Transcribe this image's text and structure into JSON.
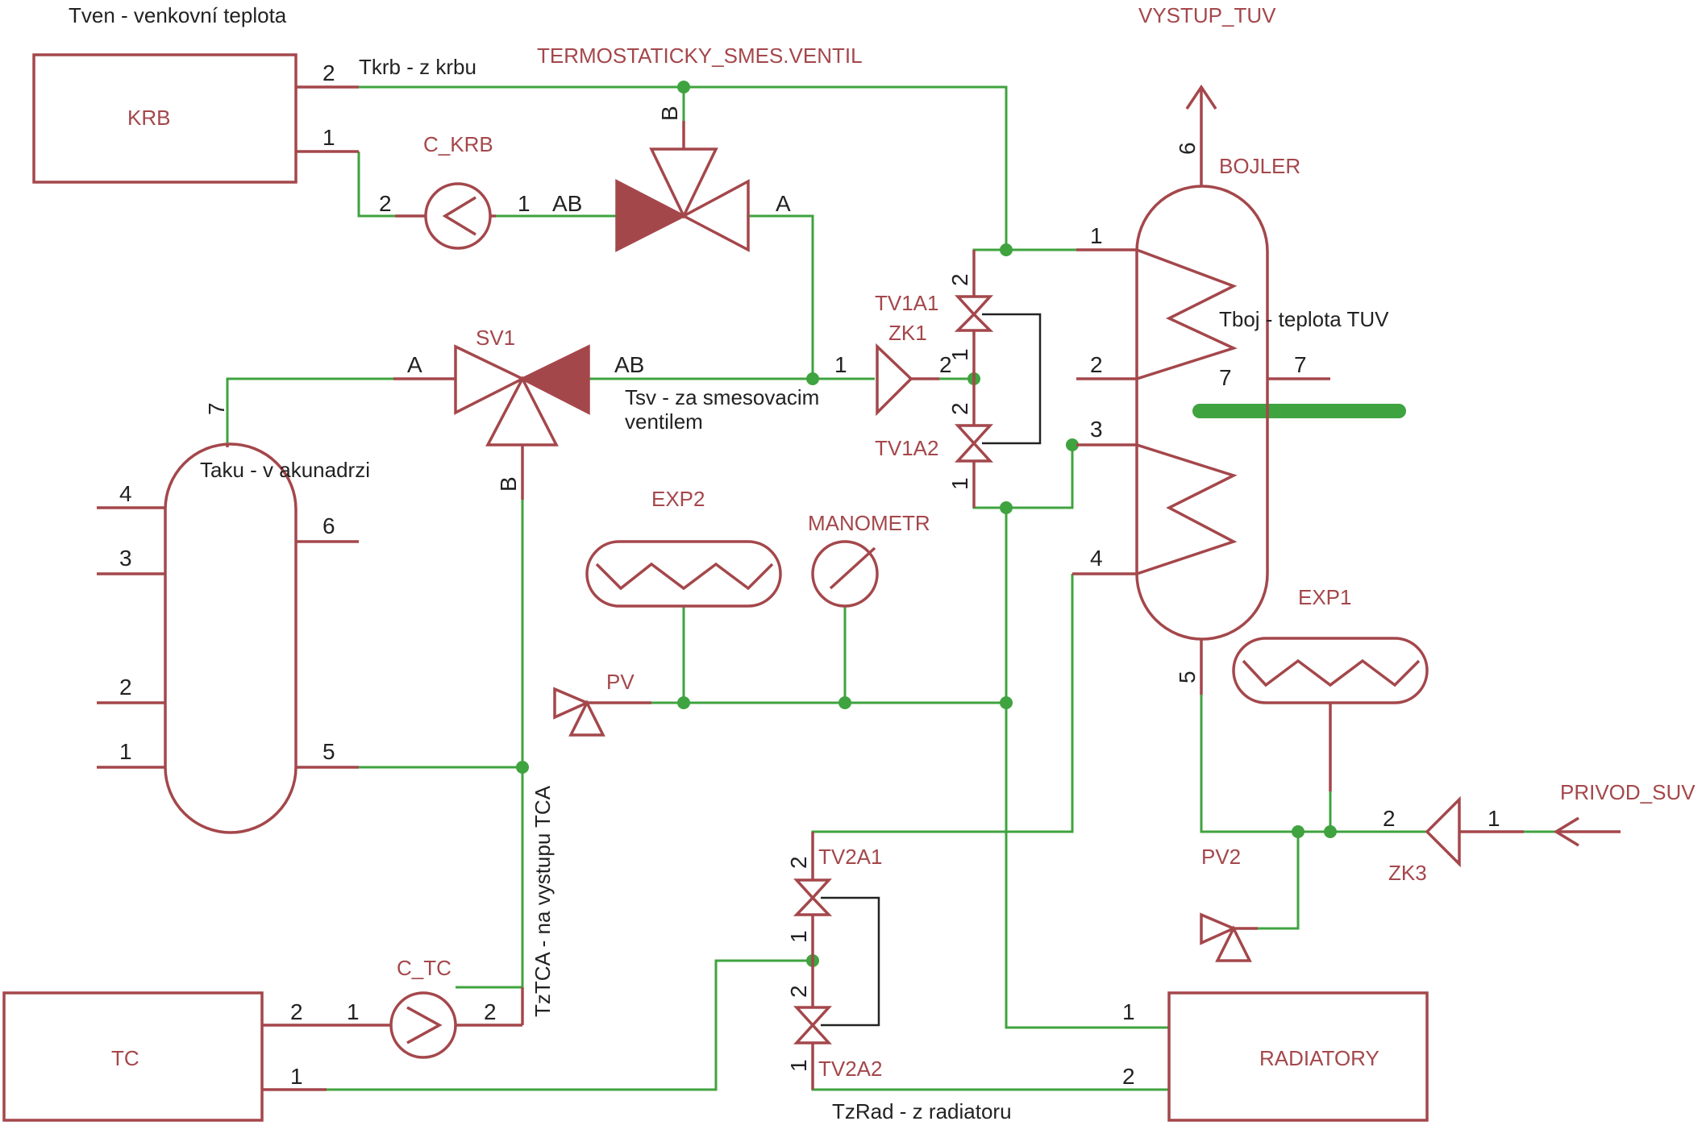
{
  "diagram": {
    "components": {
      "krb": "KRB",
      "tc": "TC",
      "radiatory": "RADIATORY",
      "bojler": "BOJLER",
      "sv1": "SV1",
      "c_krb": "C_KRB",
      "c_tc": "C_TC",
      "exp1": "EXP1",
      "exp2": "EXP2",
      "manometr": "MANOMETR",
      "pv": "PV",
      "pv2": "PV2",
      "zk1": "ZK1",
      "zk3": "ZK3",
      "tv1a1": "TV1A1",
      "tv1a2": "TV1A2",
      "tv2a1": "TV2A1",
      "tv2a2": "TV2A2",
      "termostaticky": "TERMOSTATICKY_SMES.VENTIL",
      "vystup_tuv": "VYSTUP_TUV",
      "privod_suv": "PRIVOD_SUV"
    },
    "notes": {
      "tven": "Tven - venkovní teplota",
      "tkrb": "Tkrb - z krbu",
      "tsv_1": "Tsv - za smesovacim",
      "tsv_2": "ventilem",
      "taku": "Taku - v akunadrzi",
      "tboj": "Tboj - teplota TUV",
      "tztca": "TzTCA - na vystupu TCA",
      "tzrad": "TzRad - z radiatoru"
    },
    "pins": {
      "p1": "1",
      "p2": "2",
      "p3": "3",
      "p4": "4",
      "p5": "5",
      "p6": "6",
      "p7": "7",
      "a": "A",
      "b": "B",
      "ab": "AB"
    }
  },
  "colors": {
    "wire": "#3fa33f",
    "symbol": "#a4474b",
    "text": "#222222",
    "link": "#222222"
  }
}
